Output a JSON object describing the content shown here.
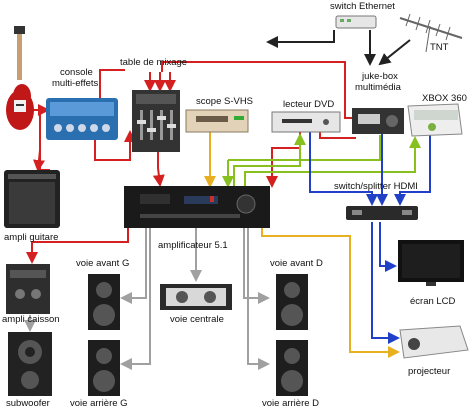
{
  "labels": {
    "switch_ethernet": "switch Ethernet",
    "tnt": "TNT",
    "console_multi_effets_1": "console",
    "console_multi_effets_2": "multi-effets",
    "table_de_mixage": "table de mixage",
    "juke_box_1": "juke-box",
    "juke_box_2": "multimédia",
    "scope_svhs": "scope S-VHS",
    "lecteur_dvd": "lecteur DVD",
    "xbox_360": "XBOX 360",
    "switch_splitter_hdmi": "switch/splitter HDMI",
    "ampli_guitare": "ampli guitare",
    "amplificateur": "amplificateur 5.1",
    "voie_avant_g": "voie avant G",
    "voie_avant_d": "voie avant D",
    "ampli_caisson": "ampli caisson",
    "voie_centrale": "voie centrale",
    "ecran_lcd": "écran LCD",
    "projecteur": "projecteur",
    "subwoofer": "subwoofer",
    "voie_arriere_g": "voie arrière G",
    "voie_arriere_d": "voie arrière D"
  },
  "colors": {
    "audio_analog": "#d42020",
    "composite_video": "#e8b020",
    "hdmi": "#2040c8",
    "component_video": "#88c020",
    "speaker_wire": "#a0a0a0",
    "network": "#222222"
  }
}
